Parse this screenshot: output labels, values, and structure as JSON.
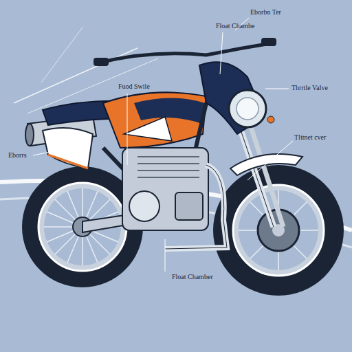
{
  "diagram": {
    "labels": [
      "Eborbn Ter",
      "Float Chambe",
      "Fuod Swile",
      "Thrrtle Valve",
      "Tlitnet cver",
      "Eborrs",
      "Float Chamber"
    ]
  }
}
